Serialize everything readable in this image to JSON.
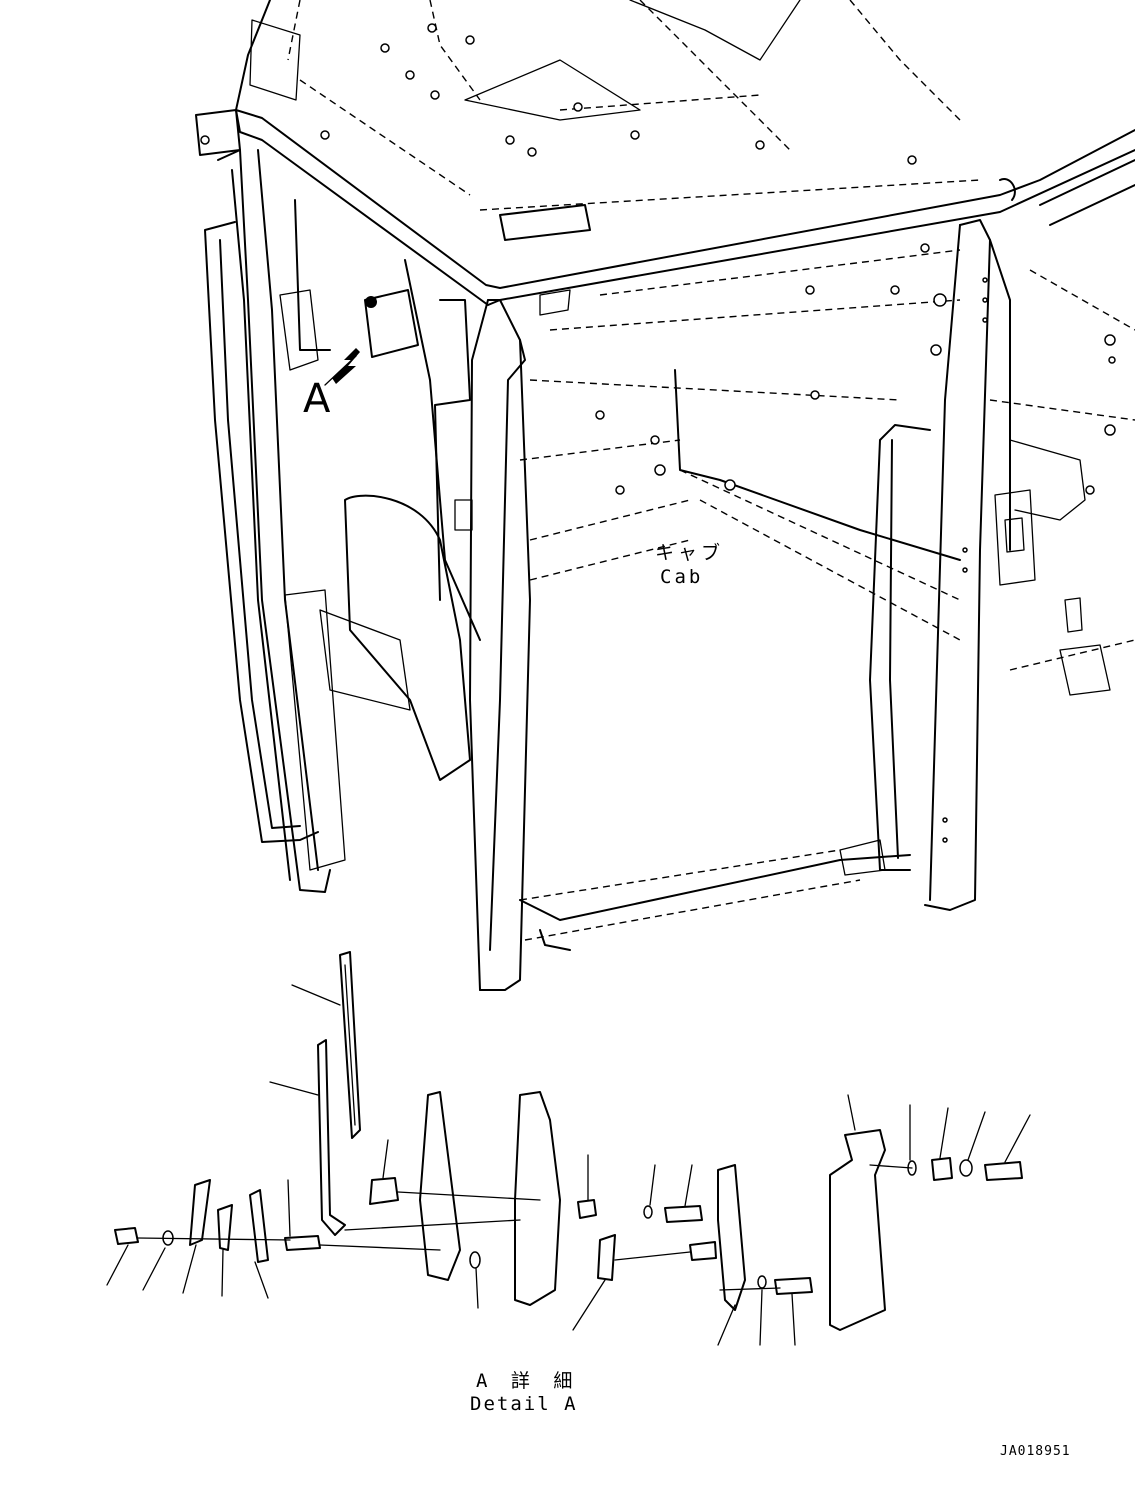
{
  "labels": {
    "view_marker": "A",
    "cab_jp": "キャブ",
    "cab_en": "Cab",
    "detail_jp": "A 詳 細",
    "detail_en": "Detail A",
    "drawing_code": "JA018951"
  }
}
